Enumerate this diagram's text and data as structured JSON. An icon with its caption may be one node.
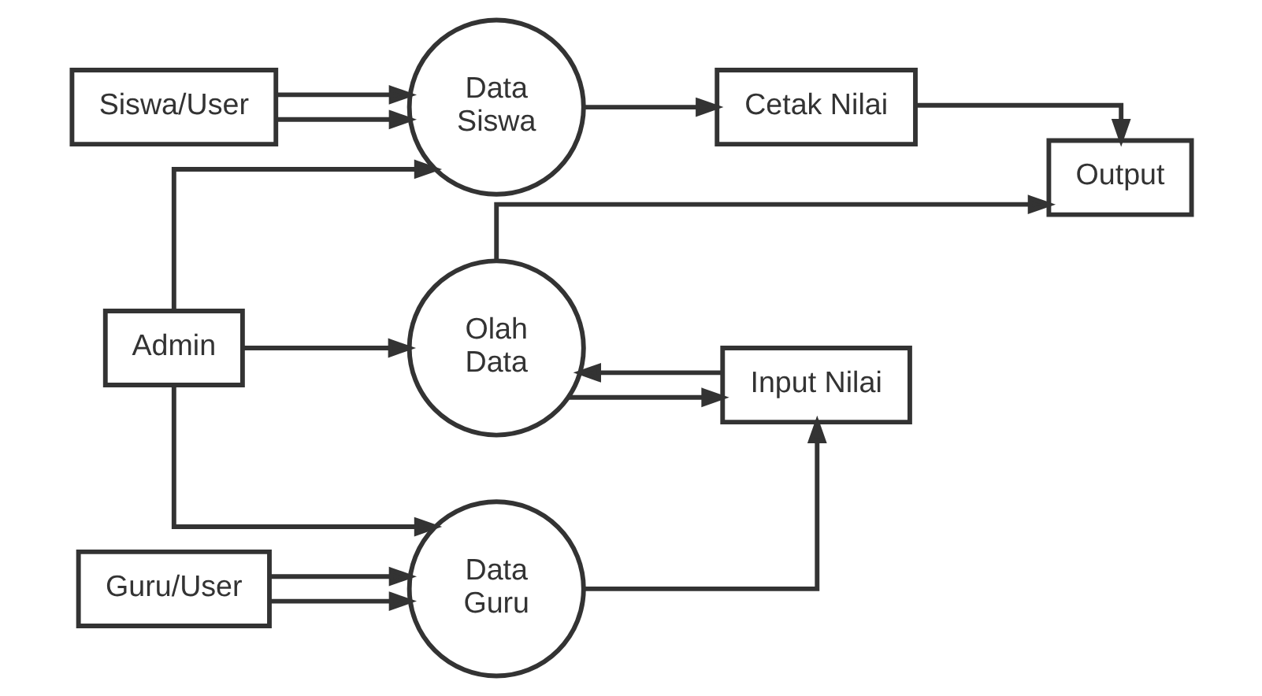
{
  "diagram": {
    "nodes": [
      {
        "text": [
          "Admin"
        ]
      },
      {
        "text": [
          "Olah Data"
        ]
      },
      {
        "text": [
          "Guru/User"
        ]
      },
      {
        "text": [
          "Data Guru"
        ]
      },
      {
        "text": [
          "Input Nilai"
        ]
      },
      {
        "text": [
          "Output"
        ]
      },
      {
        "text": [
          "Siswa/User"
        ]
      },
      {
        "text": [
          "Data Siswa"
        ]
      },
      {
        "text": [
          "Cetak Nilai"
        ]
      }
    ],
    "edges": [
      {
        "from": 0,
        "to": 1,
        "arrow": "to"
      },
      {
        "from": 0,
        "to": 3,
        "arrow": "to"
      },
      {
        "from": 0,
        "to": 7,
        "arrow": "to"
      },
      {
        "from": 2,
        "to": 3,
        "arrow": "to"
      },
      {
        "from": 2,
        "to": 3,
        "arrow": "to"
      },
      {
        "from": 6,
        "to": 7,
        "arrow": "to"
      },
      {
        "from": 6,
        "to": 7,
        "arrow": "to"
      },
      {
        "from": 3,
        "to": 4,
        "arrow": "to"
      },
      {
        "from": 1,
        "to": 4,
        "arrow": "to"
      },
      {
        "from": 4,
        "to": 1,
        "arrow": "to"
      },
      {
        "from": 1,
        "to": 5,
        "arrow": "to"
      },
      {
        "from": 7,
        "to": 8,
        "arrow": "to"
      },
      {
        "from": 8,
        "to": 5,
        "arrow": "to"
      }
    ]
  }
}
